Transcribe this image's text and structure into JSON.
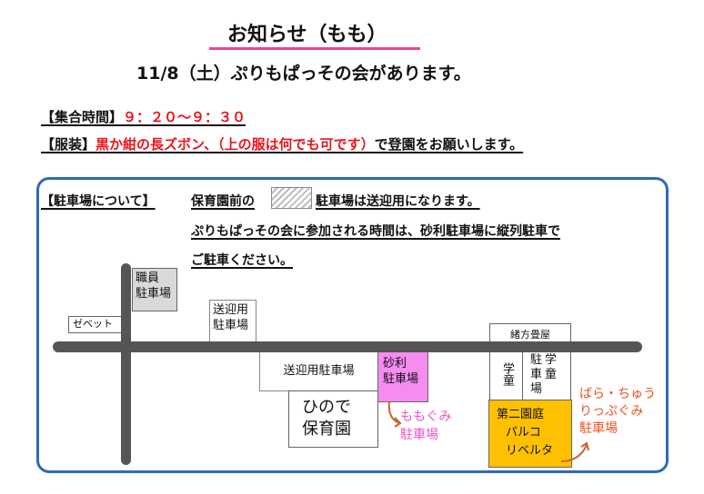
{
  "title": "お知らせ（もも）",
  "subtitle": "11/8（土）ぷりもぱっその会があります。",
  "gather": {
    "label": "【集合時間】",
    "value": "９：２０～９：３０"
  },
  "dress": {
    "label": "【服装】",
    "value": "黒か紺の長ズボン、（上の服は何でも可です）",
    "suffix": "で登園をお願いします。"
  },
  "parking": {
    "heading": "【駐車場について】",
    "line1_before": "保育園前の",
    "line1_after": "駐車場は送迎用になります。",
    "line2": "ぷりもぱっその会に参加される時間は、砂利駐車場に縦列駐車で",
    "line3": "ご駐車ください。"
  },
  "map": {
    "staff_parking": [
      "職員",
      "駐車場"
    ],
    "zebet": "ゼベット",
    "pickup_small": [
      "送迎用",
      "駐車場"
    ],
    "pickup_big": "送迎用駐車場",
    "nursery": [
      "ひので",
      "保育園"
    ],
    "gravel": [
      "砂利",
      "駐車場"
    ],
    "momo_parking": [
      "ももぐみ",
      "駐車場"
    ],
    "ogata": "緒方畳屋",
    "gakudo": "学童",
    "gakudo_parking": [
      "駐学",
      "車童",
      "場"
    ],
    "second_yard": [
      "第二園庭",
      "パルコ",
      "リベルタ"
    ],
    "bara_parking": [
      "ばら・ちゅう",
      "りっぷぐみ",
      "駐車場"
    ]
  },
  "colors": {
    "accent_pink": "#e8439a",
    "red": "#e8141e",
    "gravel": "#f58cf0",
    "yard": "#ffc000",
    "frame": "#2e6bb0",
    "orange_text": "#f0501e"
  }
}
